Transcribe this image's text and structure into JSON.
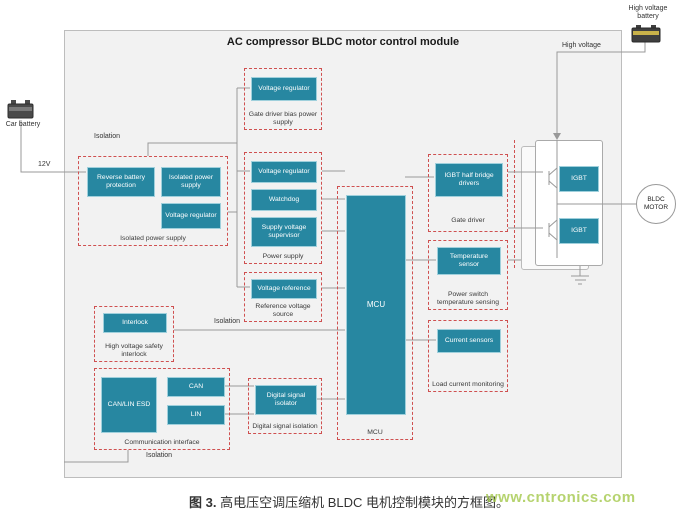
{
  "module": {
    "title": "AC compressor BLDC motor control module"
  },
  "external": {
    "car_battery": "Car battery",
    "supply_voltage": "12V",
    "hv_battery": "High voltage battery",
    "high_voltage": "High voltage",
    "motor": "BLDC MOTOR"
  },
  "isolation": {
    "top": "Isolation",
    "middle": "Isolation",
    "bottom": "Isolation"
  },
  "groups": {
    "isolated_power_supply": {
      "label": "Isolated power supply",
      "blocks": {
        "reverse_battery": "Reverse battery protection",
        "isolated_supply": "Isolated power supply",
        "voltage_regulator": "Voltage regulator"
      }
    },
    "gate_driver_bias": {
      "label": "Gate driver bias power supply",
      "blocks": {
        "voltage_regulator": "Voltage regulator"
      }
    },
    "power_supply": {
      "label": "Power supply",
      "blocks": {
        "voltage_regulator": "Voltage regulator",
        "watchdog": "Watchdog",
        "supervisor": "Supply voltage supervisor"
      }
    },
    "reference_voltage": {
      "label": "Reference voltage source",
      "blocks": {
        "voltage_reference": "Voltage reference"
      }
    },
    "mcu": {
      "label": "MCU",
      "blocks": {
        "mcu": "MCU"
      }
    },
    "gate_driver": {
      "label": "Gate driver",
      "blocks": {
        "igbt_drivers": "IGBT half bridge drivers"
      }
    },
    "temperature_sensing": {
      "label": "Power switch temperature sensing",
      "blocks": {
        "temperature_sensor": "Temperature sensor"
      }
    },
    "current_monitoring": {
      "label": "Load current monitoring",
      "blocks": {
        "current_sensors": "Current sensors"
      }
    },
    "safety_interlock": {
      "label": "High voltage safety interlock",
      "blocks": {
        "interlock": "Interlock"
      }
    },
    "communication": {
      "label": "Communication interface",
      "blocks": {
        "esd": "CAN/LIN ESD",
        "can": "CAN",
        "lin": "LIN"
      }
    },
    "digital_isolation": {
      "label": "Digital signal isolation",
      "blocks": {
        "isolator": "Digital signal isolator"
      }
    }
  },
  "power_stage": {
    "igbt_top": "IGBT",
    "igbt_bottom": "IGBT"
  },
  "caption": {
    "figure_label": "图 3.",
    "text": " 高电压空调压缩机 BLDC 电机控制模块的方框图。"
  },
  "watermark": "www.cntronics.com",
  "colors": {
    "block": "#2787a1",
    "group_border": "#cf5050",
    "watermark": "#a4c94c",
    "module_background": "#f2f2f2"
  }
}
